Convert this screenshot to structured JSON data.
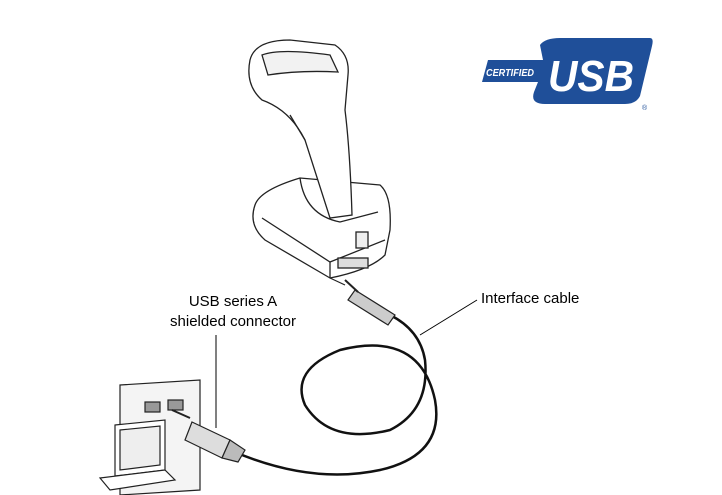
{
  "labels": {
    "connector_line1": "USB series A",
    "connector_line2": "shielded connector",
    "cable": "Interface cable"
  },
  "logo": {
    "text_certified": "CERTIFIED",
    "text_usb": "USB",
    "registered_mark": "®",
    "color": "#1f4f99"
  }
}
